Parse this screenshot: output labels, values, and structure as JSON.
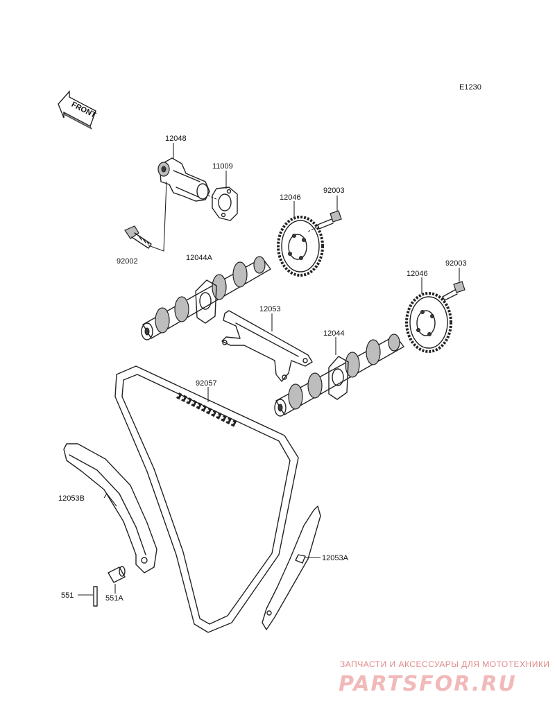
{
  "diagram_code": "E1230",
  "front_label": "FRONT",
  "parts": {
    "tensioner": "12048",
    "tensioner_gasket": "11009",
    "tensioner_bolt": "92002",
    "sprocket_upper": "12046",
    "sprocket_bolt_upper": "92003",
    "camshaft_a": "12044A",
    "sprocket_lower": "12046",
    "sprocket_bolt_lower": "92003",
    "chain_guide_upper": "12053",
    "camshaft": "12044",
    "cam_chain": "92057",
    "chain_guide_b": "12053B",
    "chain_guide_a": "12053A",
    "pin": "551",
    "pin_a": "551A"
  },
  "watermark": {
    "tagline": "ЗАПЧАСТИ И АКСЕССУАРЫ ДЛЯ МОТОТЕХНИКИ",
    "logo": "PARTSFOR.RU"
  },
  "colors": {
    "line": "#222222",
    "watermark_text": "#e08a8a",
    "watermark_logo": "#f1b9b9"
  }
}
